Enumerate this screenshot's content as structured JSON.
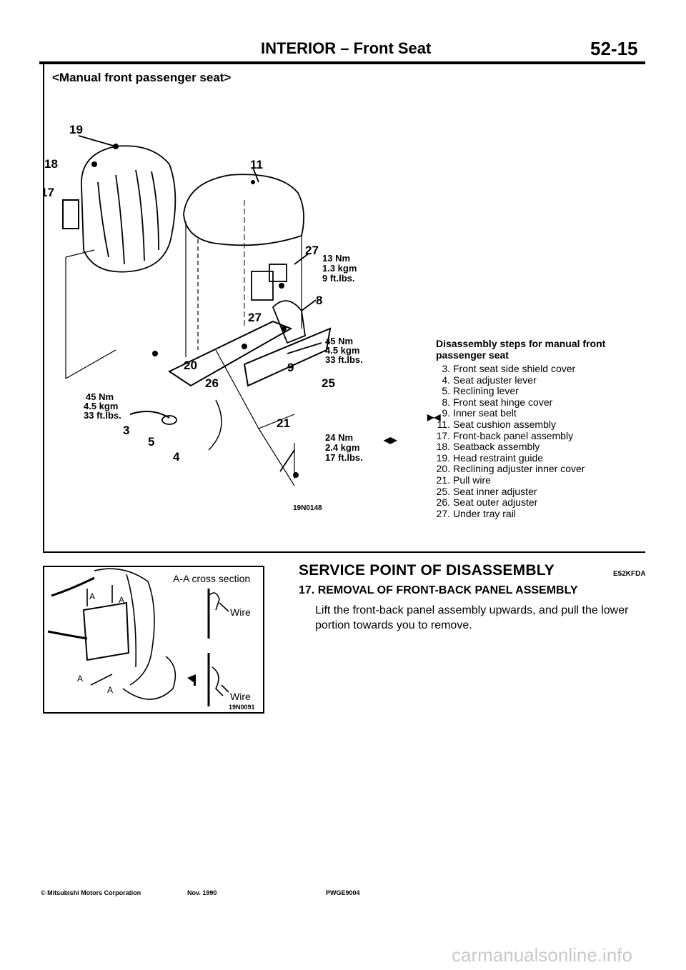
{
  "header": {
    "title": "INTERIOR – Front Seat",
    "page_number": "52-15"
  },
  "section_label": "<Manual front passenger seat>",
  "diagram": {
    "part_numbers": [
      "19",
      "18",
      "17",
      "11",
      "27",
      "8",
      "27",
      "20",
      "26",
      "9",
      "25",
      "21",
      "3",
      "5",
      "4"
    ],
    "torque_top": [
      "13 Nm",
      "1.3 kgm",
      "9 ft.lbs."
    ],
    "torque_right_upper": [
      "45 Nm",
      "4.5 kgm",
      "33 ft.lbs."
    ],
    "torque_left": [
      "45 Nm",
      "4.5 kgm",
      "33 ft.lbs."
    ],
    "torque_right_lower": [
      "24 Nm",
      "2.4 kgm",
      "17 ft.lbs."
    ],
    "figure_code": "19N0148"
  },
  "disassembly": {
    "title": "Disassembly steps for manual front passenger seat",
    "steps": [
      {
        "num": "3.",
        "text": "Front seat side shield cover"
      },
      {
        "num": "4.",
        "text": "Seat adjuster lever"
      },
      {
        "num": "5.",
        "text": "Reclining lever"
      },
      {
        "num": "8.",
        "text": "Front seat hinge cover"
      },
      {
        "num": "9.",
        "text": "Inner seat belt"
      },
      {
        "num": "11.",
        "text": "Seat cushion assembly"
      },
      {
        "num": "17.",
        "text": "Front-back panel assembly"
      },
      {
        "num": "18.",
        "text": "Seatback assembly"
      },
      {
        "num": "19.",
        "text": "Head restraint guide"
      },
      {
        "num": "20.",
        "text": "Reclining adjuster inner cover"
      },
      {
        "num": "21.",
        "text": "Pull wire"
      },
      {
        "num": "25.",
        "text": "Seat inner adjuster"
      },
      {
        "num": "26.",
        "text": "Seat outer adjuster"
      },
      {
        "num": "27.",
        "text": "Under tray rail"
      }
    ],
    "markers": [
      "▶◀",
      "◀▶"
    ]
  },
  "aa_figure": {
    "caption": "A-A cross section",
    "wire_top": "Wire",
    "wire_bottom": "Wire",
    "section_letters": [
      "A",
      "A",
      "A",
      "A"
    ],
    "figure_code": "19N0091"
  },
  "service": {
    "title": "SERVICE POINT OF DISASSEMBLY",
    "code": "E52KFDA",
    "sub_heading": "17. REMOVAL OF FRONT-BACK PANEL ASSEMBLY",
    "body": "Lift the front-back panel assembly upwards, and pull the lower portion towards you to remove."
  },
  "footer": {
    "copyright": "© Mitsubishi Motors Corporation",
    "date": "Nov. 1990",
    "code": "PWGE9004"
  },
  "watermark": "carmanualsonline.info"
}
